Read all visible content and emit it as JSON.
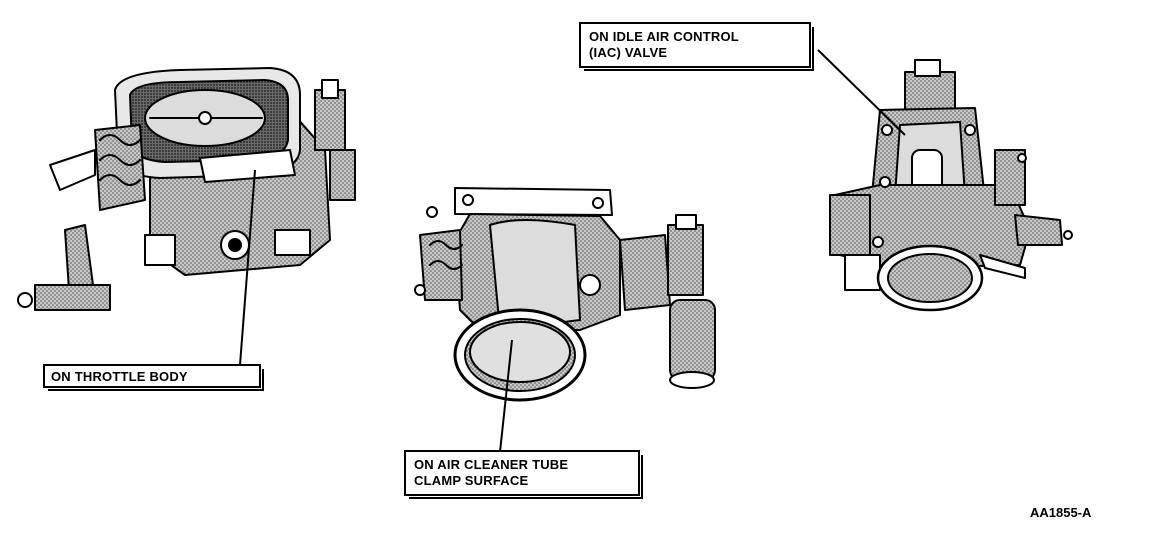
{
  "callouts": {
    "throttle_body": "ON THROTTLE BODY",
    "iac_valve_line1": "ON IDLE AIR CONTROL",
    "iac_valve_line2": "(IAC) VALVE",
    "clamp_line1": "ON AIR CLEANER TUBE",
    "clamp_line2": "CLAMP SURFACE"
  },
  "figure_id": "AA1855-A",
  "colors": {
    "ink": "#000000",
    "paper": "#ffffff",
    "shade": "#8c8c8c",
    "light_shade": "#c8c8c8"
  }
}
